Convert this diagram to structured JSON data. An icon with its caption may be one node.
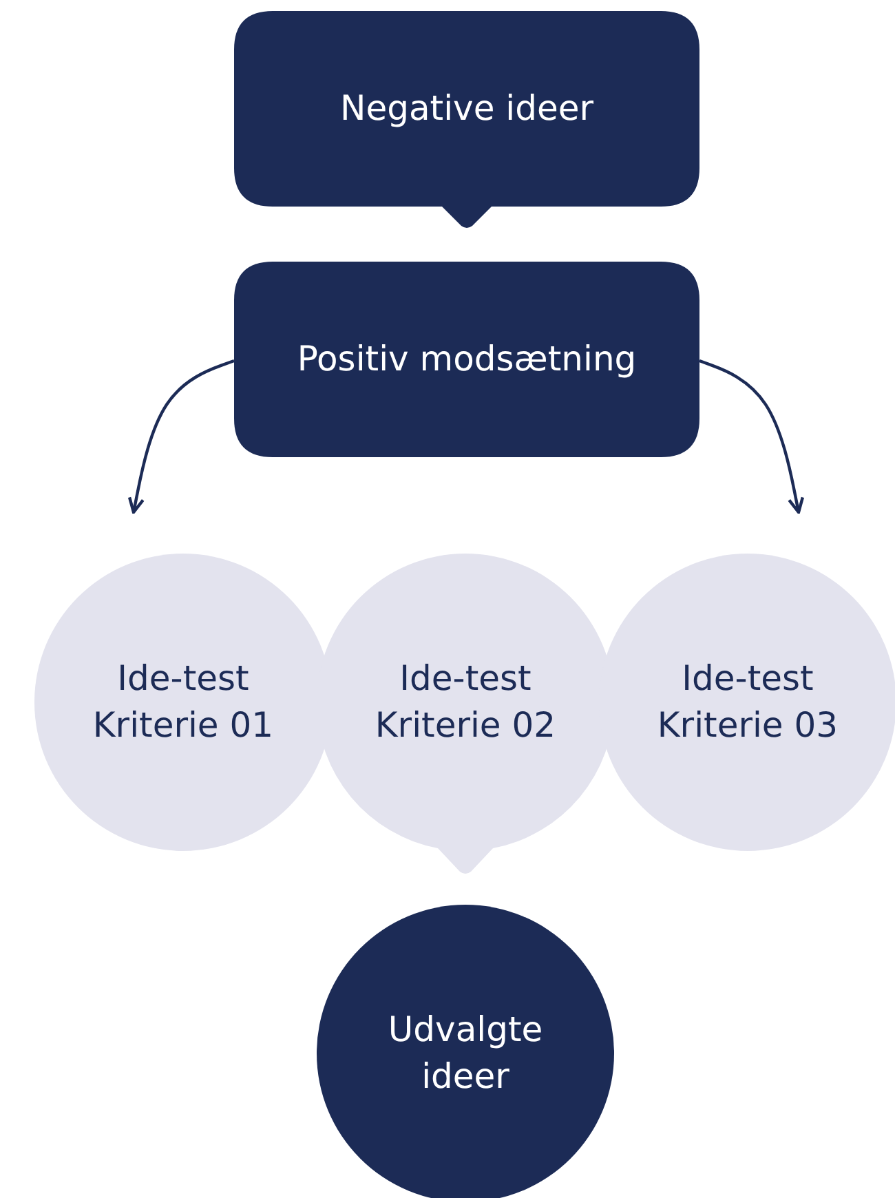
{
  "diagram": {
    "nodes": [
      {
        "text": [
          "Negative ideer"
        ]
      },
      {
        "text": [
          "Positiv modsætning"
        ]
      },
      {
        "text": [
          "Ide-test Kriterie 01"
        ]
      },
      {
        "text": [
          "Ide-test Kriterie 02"
        ]
      },
      {
        "text": [
          "Ide-test Kriterie 03"
        ]
      },
      {
        "text": [
          "Udvalgte ideer"
        ]
      }
    ],
    "edges": [
      {
        "from": 1,
        "to": 2,
        "arrow": "to"
      },
      {
        "from": 1,
        "to": 4,
        "arrow": "to"
      }
    ]
  }
}
